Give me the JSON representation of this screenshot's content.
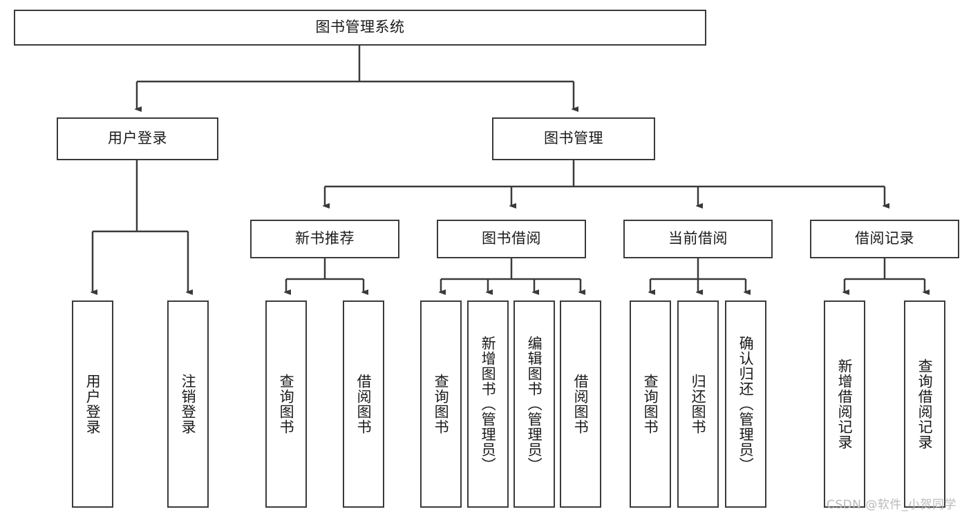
{
  "diagram": {
    "type": "tree-hierarchy",
    "title": "图书管理系统",
    "colors": {
      "background": "#ffffff",
      "box_stroke": "#3a3a3a",
      "box_fill": "#ffffff",
      "connector": "#3a3a3a",
      "text": "#1a1a1a",
      "watermark": "#b9b9b9"
    },
    "levels": [
      {
        "level": 1,
        "orientation": "horizontal",
        "nodes": [
          "图书管理系统"
        ]
      },
      {
        "level": 2,
        "orientation": "horizontal",
        "nodes": [
          "用户登录",
          "图书管理"
        ]
      },
      {
        "level": 3,
        "orientation": "horizontal",
        "nodes": [
          "新书推荐",
          "图书借阅",
          "当前借阅",
          "借阅记录"
        ]
      },
      {
        "level": 4,
        "orientation": "vertical",
        "nodes": [
          "用户登录",
          "注销登录",
          "查询图书",
          "借阅图书",
          "查询图书",
          "新增图书（管理员）",
          "编辑图书（管理员）",
          "借阅图书",
          "查询图书",
          "归还图书",
          "确认归还（管理员）",
          "新增借阅记录",
          "查询借阅记录"
        ]
      }
    ],
    "root": {
      "label": "图书管理系统",
      "children": [
        {
          "label": "用户登录",
          "children": [
            {
              "label": "用户登录"
            },
            {
              "label": "注销登录"
            }
          ]
        },
        {
          "label": "图书管理",
          "children": [
            {
              "label": "新书推荐",
              "children": [
                {
                  "label": "查询图书"
                },
                {
                  "label": "借阅图书"
                }
              ]
            },
            {
              "label": "图书借阅",
              "children": [
                {
                  "label": "查询图书"
                },
                {
                  "label": "新增图书（管理员）"
                },
                {
                  "label": "编辑图书（管理员）"
                },
                {
                  "label": "借阅图书"
                }
              ]
            },
            {
              "label": "当前借阅",
              "children": [
                {
                  "label": "查询图书"
                },
                {
                  "label": "归还图书"
                },
                {
                  "label": "确认归还（管理员）"
                }
              ]
            },
            {
              "label": "借阅记录",
              "children": [
                {
                  "label": "新增借阅记录"
                },
                {
                  "label": "查询借阅记录"
                }
              ]
            }
          ]
        }
      ]
    },
    "nodes": {
      "root": "图书管理系统",
      "user_login": "用户登录",
      "book_manage": "图书管理",
      "new_book_rec": "新书推荐",
      "book_borrow": "图书借阅",
      "current_borrow": "当前借阅",
      "borrow_record": "借阅记录",
      "leaf_user_login": "用户登录",
      "leaf_user_logout": "注销登录",
      "leaf_nbr_query": "查询图书",
      "leaf_nbr_borrow": "借阅图书",
      "leaf_bb_query": "查询图书",
      "leaf_bb_add": "新增图书（管理员）",
      "leaf_bb_edit": "编辑图书（管理员）",
      "leaf_bb_borrow": "借阅图书",
      "leaf_cb_query": "查询图书",
      "leaf_cb_return": "归还图书",
      "leaf_cb_confirm": "确认归还（管理员）",
      "leaf_br_add": "新增借阅记录",
      "leaf_br_query": "查询借阅记录"
    }
  },
  "watermark": {
    "text": "CSDN @软件_小贺同学"
  }
}
